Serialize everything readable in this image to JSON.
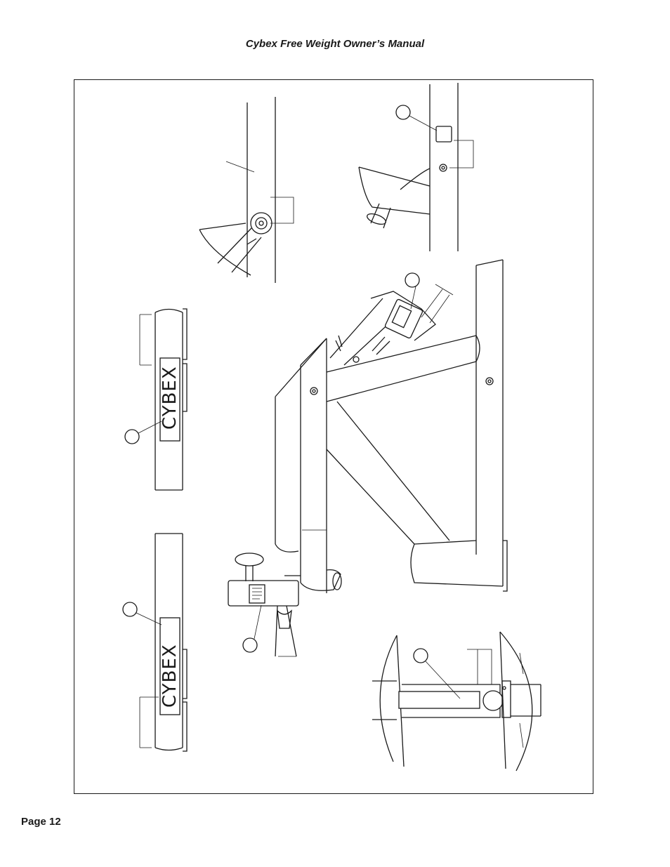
{
  "header": {
    "title": "Cybex Free Weight Owner’s Manual"
  },
  "footer": {
    "page_label": "Page 12"
  },
  "figure": {
    "logo_text_1": "CYBEX",
    "logo_text_2": "CYBEX"
  }
}
